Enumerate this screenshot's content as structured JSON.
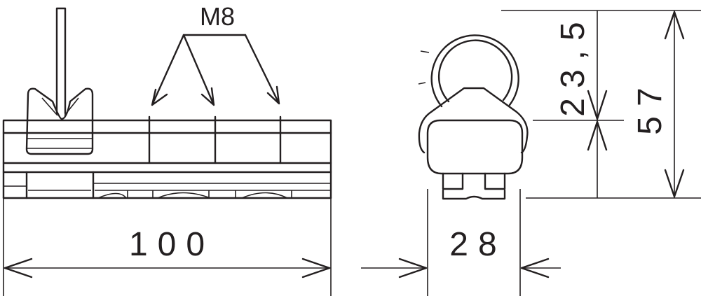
{
  "drawing": {
    "thread_label": "M8",
    "length_dimension": "100",
    "width_dimension": "28",
    "upper_height_dimension": "23,5",
    "total_height_dimension": "57",
    "line_color": "#231f20"
  }
}
